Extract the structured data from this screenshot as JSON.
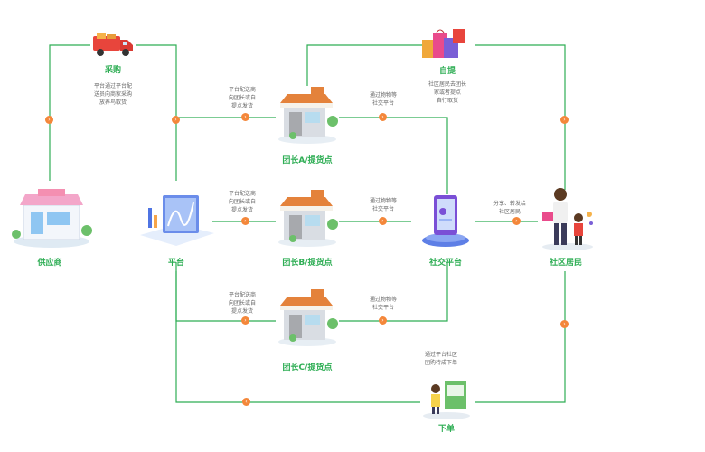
{
  "nodes": {
    "purchase": "采购",
    "self_pickup": "自提",
    "supplier": "供应商",
    "platform": "平台",
    "leader_a": "团长A/提货点",
    "leader_b": "团长B/提货点",
    "leader_c": "团长C/提货点",
    "social_platform": "社交平台",
    "residents": "社区居民",
    "order": "下单"
  },
  "notes": {
    "purchase": "平台通过平台配\n送员向商家采购\n放养鸟取货",
    "self_pickup": "社区居民去团长\n家或者提点\n自行取货",
    "dispatch_a": "平台配送商\n向团长或自\n提点发货",
    "dispatch_b": "平台配送商\n向团长或自\n提点发货",
    "dispatch_c": "平台配送商\n向团长或自\n提点发货",
    "social_a": "通过物物等\n社交平台",
    "social_b": "通过物物等\n社交平台",
    "social_c": "通过物物等\n社交平台",
    "share": "分享、转发给\n社区居民",
    "order": "通过平台社区\n团购待成下单"
  },
  "colors": {
    "line": "#2fae55",
    "arrow_dot": "#f4873a",
    "label": "#2fae55"
  }
}
